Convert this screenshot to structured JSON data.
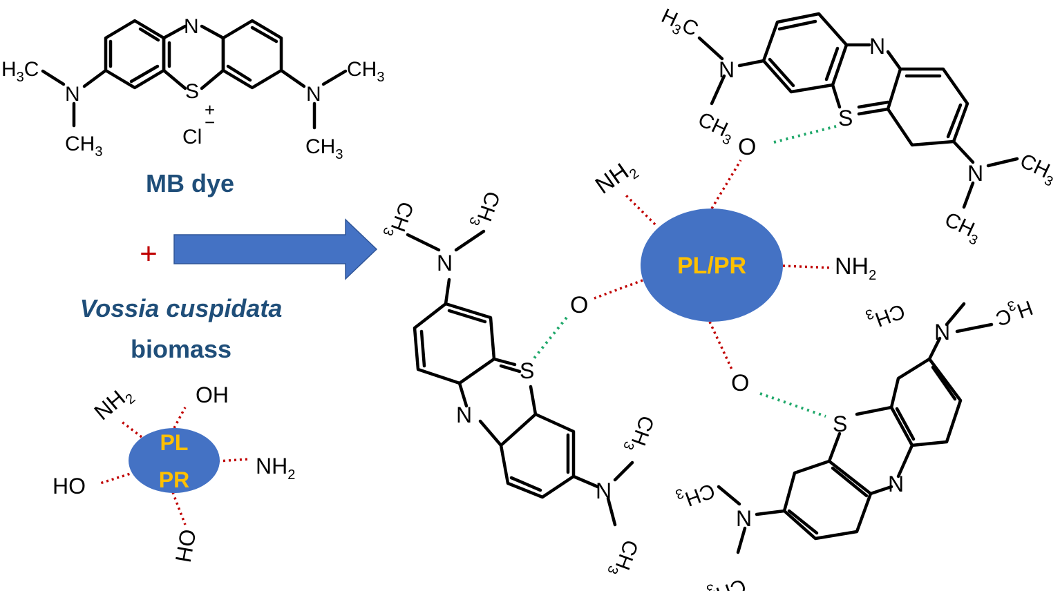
{
  "colors": {
    "caption": "#1f4e79",
    "particle": "#4472c4",
    "particle_label": "#ffc000",
    "interaction_red": "#c00000",
    "interaction_green": "#1fa86a",
    "plus": "#c00000",
    "arrow": "#4472c4"
  },
  "dye": {
    "name": "MB dye",
    "ring_n": "N",
    "ring_s": "S",
    "charge": "+",
    "counter_ion": "Cl",
    "counter_charge": "−",
    "amine_n": "N",
    "methyl": "CH",
    "methyl_left": "H",
    "methyl_left_c": "C",
    "sub3": "3"
  },
  "plus_sign": "+",
  "biomass": {
    "species": "Vossia cuspidata",
    "label": "biomass",
    "core_line1": "PL",
    "core_line2": "PR",
    "groups": {
      "nh2": "NH",
      "sub2": "2",
      "oh": "OH",
      "ho": "HO"
    }
  },
  "product": {
    "core": "PL/PR",
    "nh2": "NH",
    "sub2": "2",
    "oxygen": "O"
  }
}
